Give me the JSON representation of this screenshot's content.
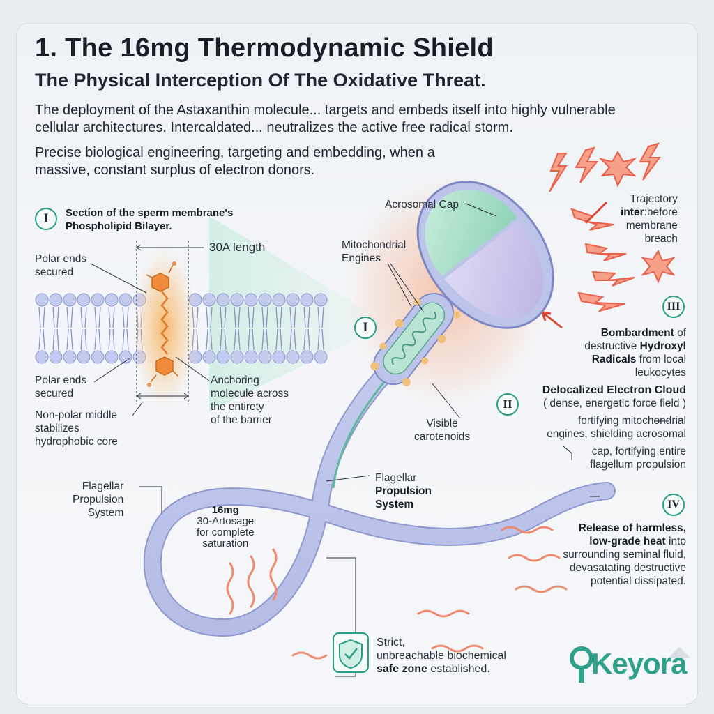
{
  "header": {
    "title": "1. The 16mg Thermodynamic Shield",
    "subtitle": "The Physical Interception Of The Oxidative Threat.",
    "intro": "The deployment of the Astaxanthin molecule... targets and embeds itself into highly vulnerable cellular architectures. Intercaldated... neutralizes the active free radical storm.",
    "intro2": "Precise biological engineering, targeting  and embedding, when a massive, constant surplus of electron donors."
  },
  "section_i": {
    "badge": "I",
    "title_line1": "Section of the sperm membrane's",
    "title_line2": "Phospholipid Bilayer."
  },
  "membrane": {
    "length_label": "30A length",
    "polar_top_1": "Polar ends",
    "polar_top_2": "secured",
    "polar_bottom_1": "Polar ends",
    "polar_bottom_2": "secured",
    "anchoring_1": "Anchoring",
    "anchoring_2": "molecule across",
    "anchoring_3": "the entirety",
    "anchoring_4": "of the barrier",
    "nonpolar_1": "Non-polar middle",
    "nonpolar_2": "stabilizes",
    "nonpolar_3": "hydrophobic core"
  },
  "sperm": {
    "acrosomal_cap": "Acrosomal Cap",
    "mito_1": "Mitochondrial",
    "mito_2": "Engines",
    "badge_mid": "I",
    "visible_1": "Visible",
    "visible_2": "carotenoids",
    "flag_left_1": "Flagellar",
    "flag_left_2": "Propulsion",
    "flag_left_3": "System",
    "flag_mid_1": "Flagellar",
    "flag_mid_2": "Propulsion",
    "flag_mid_3": "System",
    "dose_1": "16mg",
    "dose_2": "30-Artosage",
    "dose_3": "for complete",
    "dose_4": "saturation"
  },
  "trajectory": {
    "line1": "Trajectory",
    "line2a": "inter",
    "line2b": ":before",
    "line3": "membrane",
    "line4": "breach"
  },
  "section_iii": {
    "badge": "III",
    "l1_bold": "Bombardment",
    "l1_rest": " of",
    "l2_pre": "destructive ",
    "l2_bold": "Hydroxyl",
    "l3_bold": "Radicals",
    "l3_rest": " from local",
    "l4": "leukocytes"
  },
  "section_ii": {
    "badge": "II",
    "l1": "Delocalized Electron Cloud",
    "l2": "( dense, energetic force field )",
    "l3": "fortifying mitochondrial",
    "l4": "engines, shielding acrosomal",
    "l5": "cap, fortifying entire",
    "l6": "flagellum propulsion"
  },
  "section_iv": {
    "badge": "IV",
    "l1": "Release of harmless,",
    "l2_bold": "low-grade heat",
    "l2_rest": " into",
    "l3": "surrounding seminal fluid,",
    "l4": "devasatating destructive",
    "l5": "potential dissipated."
  },
  "safe_zone": {
    "l1": "Strict,",
    "l2": "unbreachable biochemical",
    "l3_bold": "safe zone",
    "l3_rest": " established."
  },
  "brand": {
    "logo": "Keyora"
  },
  "colors": {
    "accent_teal": "#2a9d86",
    "membrane_blue": "#b9c2e6",
    "radical_red": "#e8604a",
    "glow_orange": "#f6a65a",
    "head_green": "#9fdcc2",
    "head_lavender": "#c9c3ea"
  }
}
